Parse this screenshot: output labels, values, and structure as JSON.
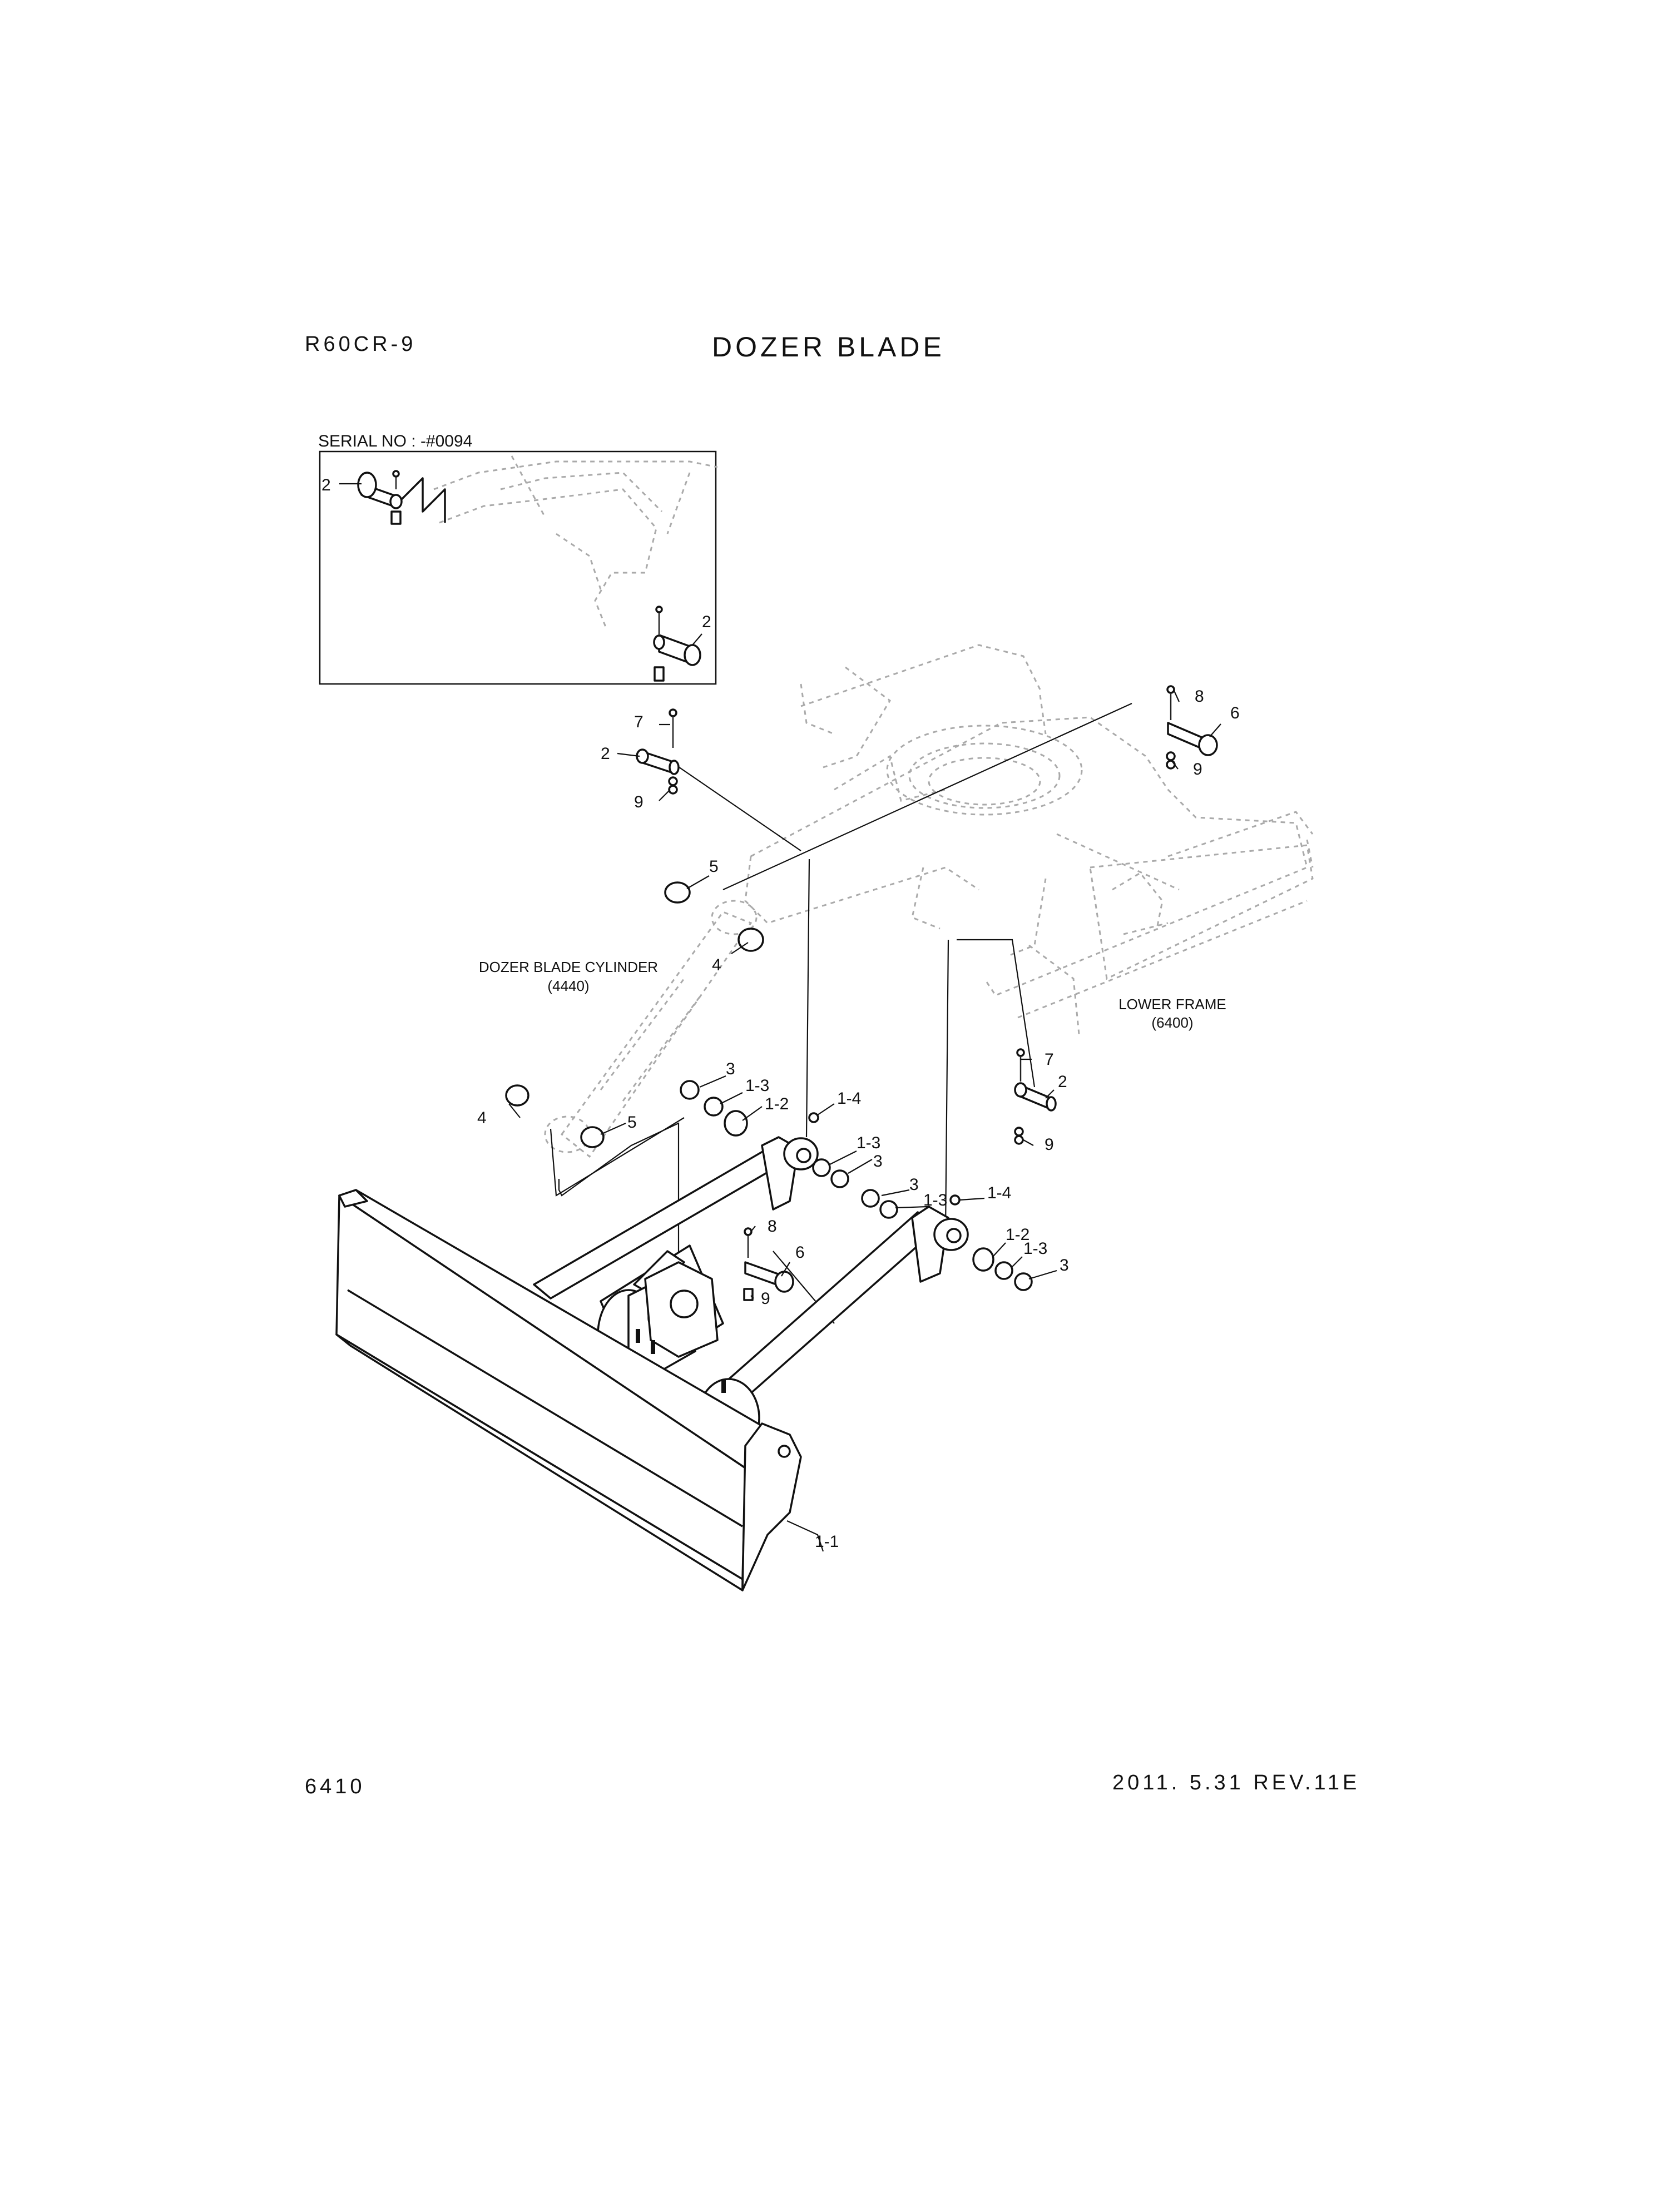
{
  "header": {
    "model": "R60CR-9",
    "title": "DOZER BLADE"
  },
  "footer": {
    "page_number": "6410",
    "revision": "2011. 5.31  REV.11E"
  },
  "inset": {
    "serial": "SERIAL NO : -#0094"
  },
  "annotations": {
    "cylinder_name": "DOZER BLADE CYLINDER",
    "cylinder_ref": "(4440)",
    "frame_name": "LOWER FRAME",
    "frame_ref": "(6400)"
  },
  "callouts": [
    "2",
    "2",
    "7",
    "2",
    "9",
    "8",
    "6",
    "9",
    "5",
    "4",
    "7",
    "2",
    "9",
    "3",
    "1-3",
    "1-2",
    "4",
    "5",
    "1-4",
    "1-3",
    "3",
    "3",
    "1-3",
    "1-4",
    "8",
    "6",
    "9",
    "1-2",
    "1-3",
    "3",
    "1-1"
  ],
  "colors": {
    "ink": "#111111",
    "ghost": "#aaaaaa",
    "background": "#ffffff"
  }
}
